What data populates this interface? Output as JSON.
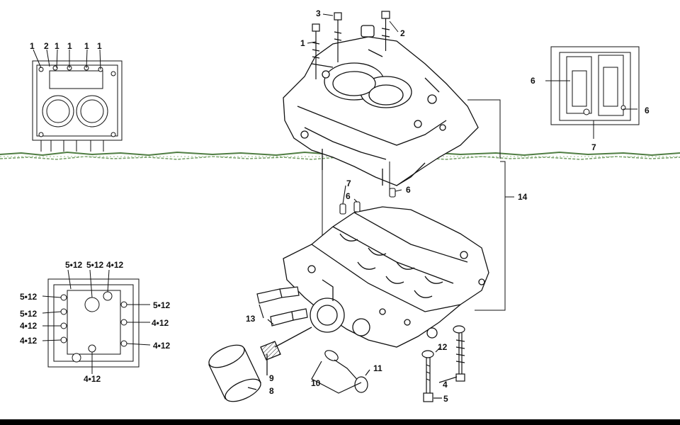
{
  "labels": {
    "main": {
      "l1": "1",
      "l2": "2",
      "l3": "3",
      "l4": "4",
      "l5": "5",
      "l6a": "6",
      "l6b": "6",
      "l7": "7",
      "l8": "8",
      "l9": "9",
      "l10": "10",
      "l11": "11",
      "l12": "12",
      "l13": "13",
      "l14": "14"
    },
    "top_left": [
      "1",
      "2",
      "1",
      "1",
      "1",
      "1"
    ],
    "top_right": {
      "a": "6",
      "b": "6",
      "c": "7"
    },
    "bottom_left": {
      "t1": "5•12",
      "t2": "5•12",
      "t3": "4•12",
      "l1": "5•12",
      "l2": "5•12",
      "l3": "4•12",
      "l4": "4•12",
      "r1": "5•12",
      "r2": "4•12",
      "r3": "4•12",
      "b1": "4•12"
    }
  },
  "colors": {
    "line": "#111111",
    "fill": "#ffffff",
    "separator": "#5a8a4a"
  }
}
